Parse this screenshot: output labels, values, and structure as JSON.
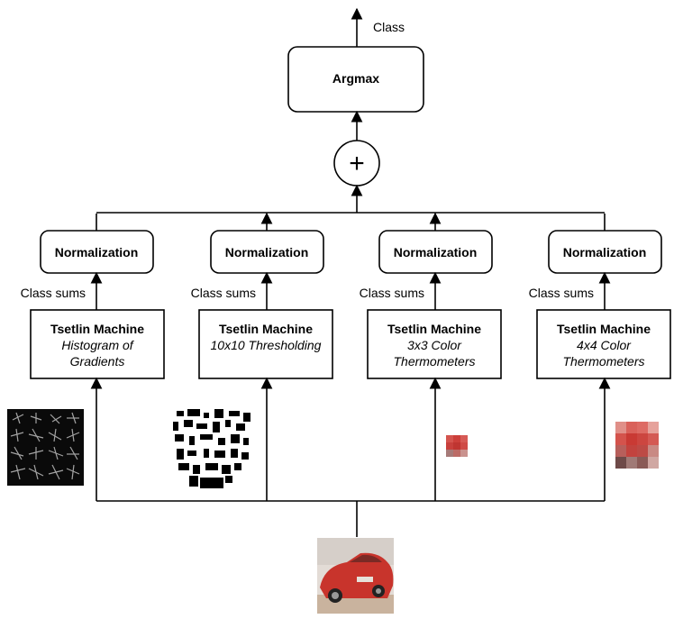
{
  "output": {
    "class_label": "Class"
  },
  "argmax": {
    "label": "Argmax"
  },
  "sum": {
    "symbol": "+"
  },
  "columns": [
    {
      "normalization_label": "Normalization",
      "class_sums_label": "Class sums",
      "machine_title": "Tsetlin Machine",
      "machine_subtitle_1": "Histogram of",
      "machine_subtitle_2": "Gradients",
      "feature_image": "hog-feature-image"
    },
    {
      "normalization_label": "Normalization",
      "class_sums_label": "Class sums",
      "machine_title": "Tsetlin Machine",
      "machine_subtitle_1": "10x10 Thresholding",
      "machine_subtitle_2": "",
      "feature_image": "thresholded-binary-image"
    },
    {
      "normalization_label": "Normalization",
      "class_sums_label": "Class sums",
      "machine_title": "Tsetlin Machine",
      "machine_subtitle_1": "3x3 Color",
      "machine_subtitle_2": "Thermometers",
      "feature_image": "3x3-color-thumbnail"
    },
    {
      "normalization_label": "Normalization",
      "class_sums_label": "Class sums",
      "machine_title": "Tsetlin Machine",
      "machine_subtitle_1": "4x4 Color",
      "machine_subtitle_2": "Thermometers",
      "feature_image": "4x4-color-thumbnail"
    }
  ],
  "input_image": "red-car-photo",
  "colors": {
    "stroke": "#000000",
    "car_red": "#c8342c"
  }
}
